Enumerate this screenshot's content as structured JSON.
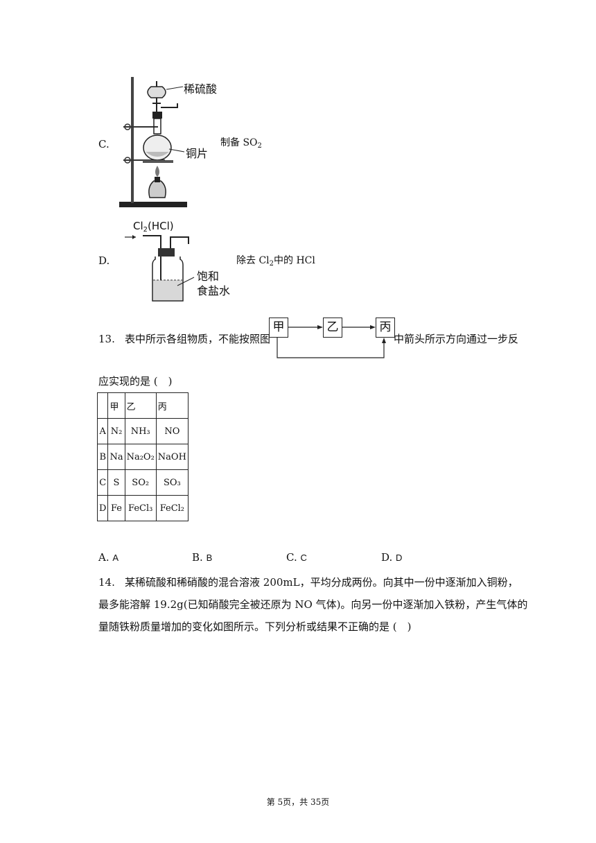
{
  "option_c": {
    "label": "C.",
    "figure_labels": {
      "acid": "稀硫酸",
      "copper": "铜片"
    },
    "caption_prefix": "制备 SO",
    "caption_sub": "2"
  },
  "option_d": {
    "label": "D.",
    "figure_labels": {
      "gas_in_a": "Cl",
      "gas_in_sub": "2",
      "gas_in_b": "(HCl)",
      "solution_1": "饱和",
      "solution_2": "食盐水"
    },
    "caption_a": "除去 Cl",
    "caption_sub": "2",
    "caption_b": "中的 HCl"
  },
  "q13": {
    "number": "13.",
    "text_before": "表中所示各组物质，不能按照图",
    "text_after": "中箭头所示方向通过一步反",
    "text_line2": "应实现的是 (　)",
    "diagram": {
      "box1": "甲",
      "box2": "乙",
      "box3": "丙"
    },
    "table": {
      "headers": [
        "",
        "甲",
        "乙",
        "丙"
      ],
      "rows": [
        {
          "label": "A",
          "c1": "N₂",
          "c2": "NH₃",
          "c3": "NO"
        },
        {
          "label": "B",
          "c1": "Na",
          "c2": "Na₂O₂",
          "c3": "NaOH"
        },
        {
          "label": "C",
          "c1": "S",
          "c2": "SO₂",
          "c3": "SO₃"
        },
        {
          "label": "D",
          "c1": "Fe",
          "c2": "FeCl₃",
          "c3": "FeCl₂"
        }
      ]
    },
    "choices": [
      {
        "letter": "A.",
        "value": "A"
      },
      {
        "letter": "B.",
        "value": "B"
      },
      {
        "letter": "C.",
        "value": "C"
      },
      {
        "letter": "D.",
        "value": "D"
      }
    ]
  },
  "q14": {
    "number": "14.",
    "line1": "某稀硫酸和稀硝酸的混合溶液 200mL，平均分成两份。向其中一份中逐渐加入铜粉，",
    "line2": "最多能溶解 19.2g(已知硝酸完全被还原为 NO 气体)。向另一份中逐渐加入铁粉，产生气体的",
    "line3": "量随铁粉质量增加的变化如图所示。下列分析或结果不正确的是 (　)"
  },
  "footer": {
    "page_text": "第 5页，共 35页"
  }
}
